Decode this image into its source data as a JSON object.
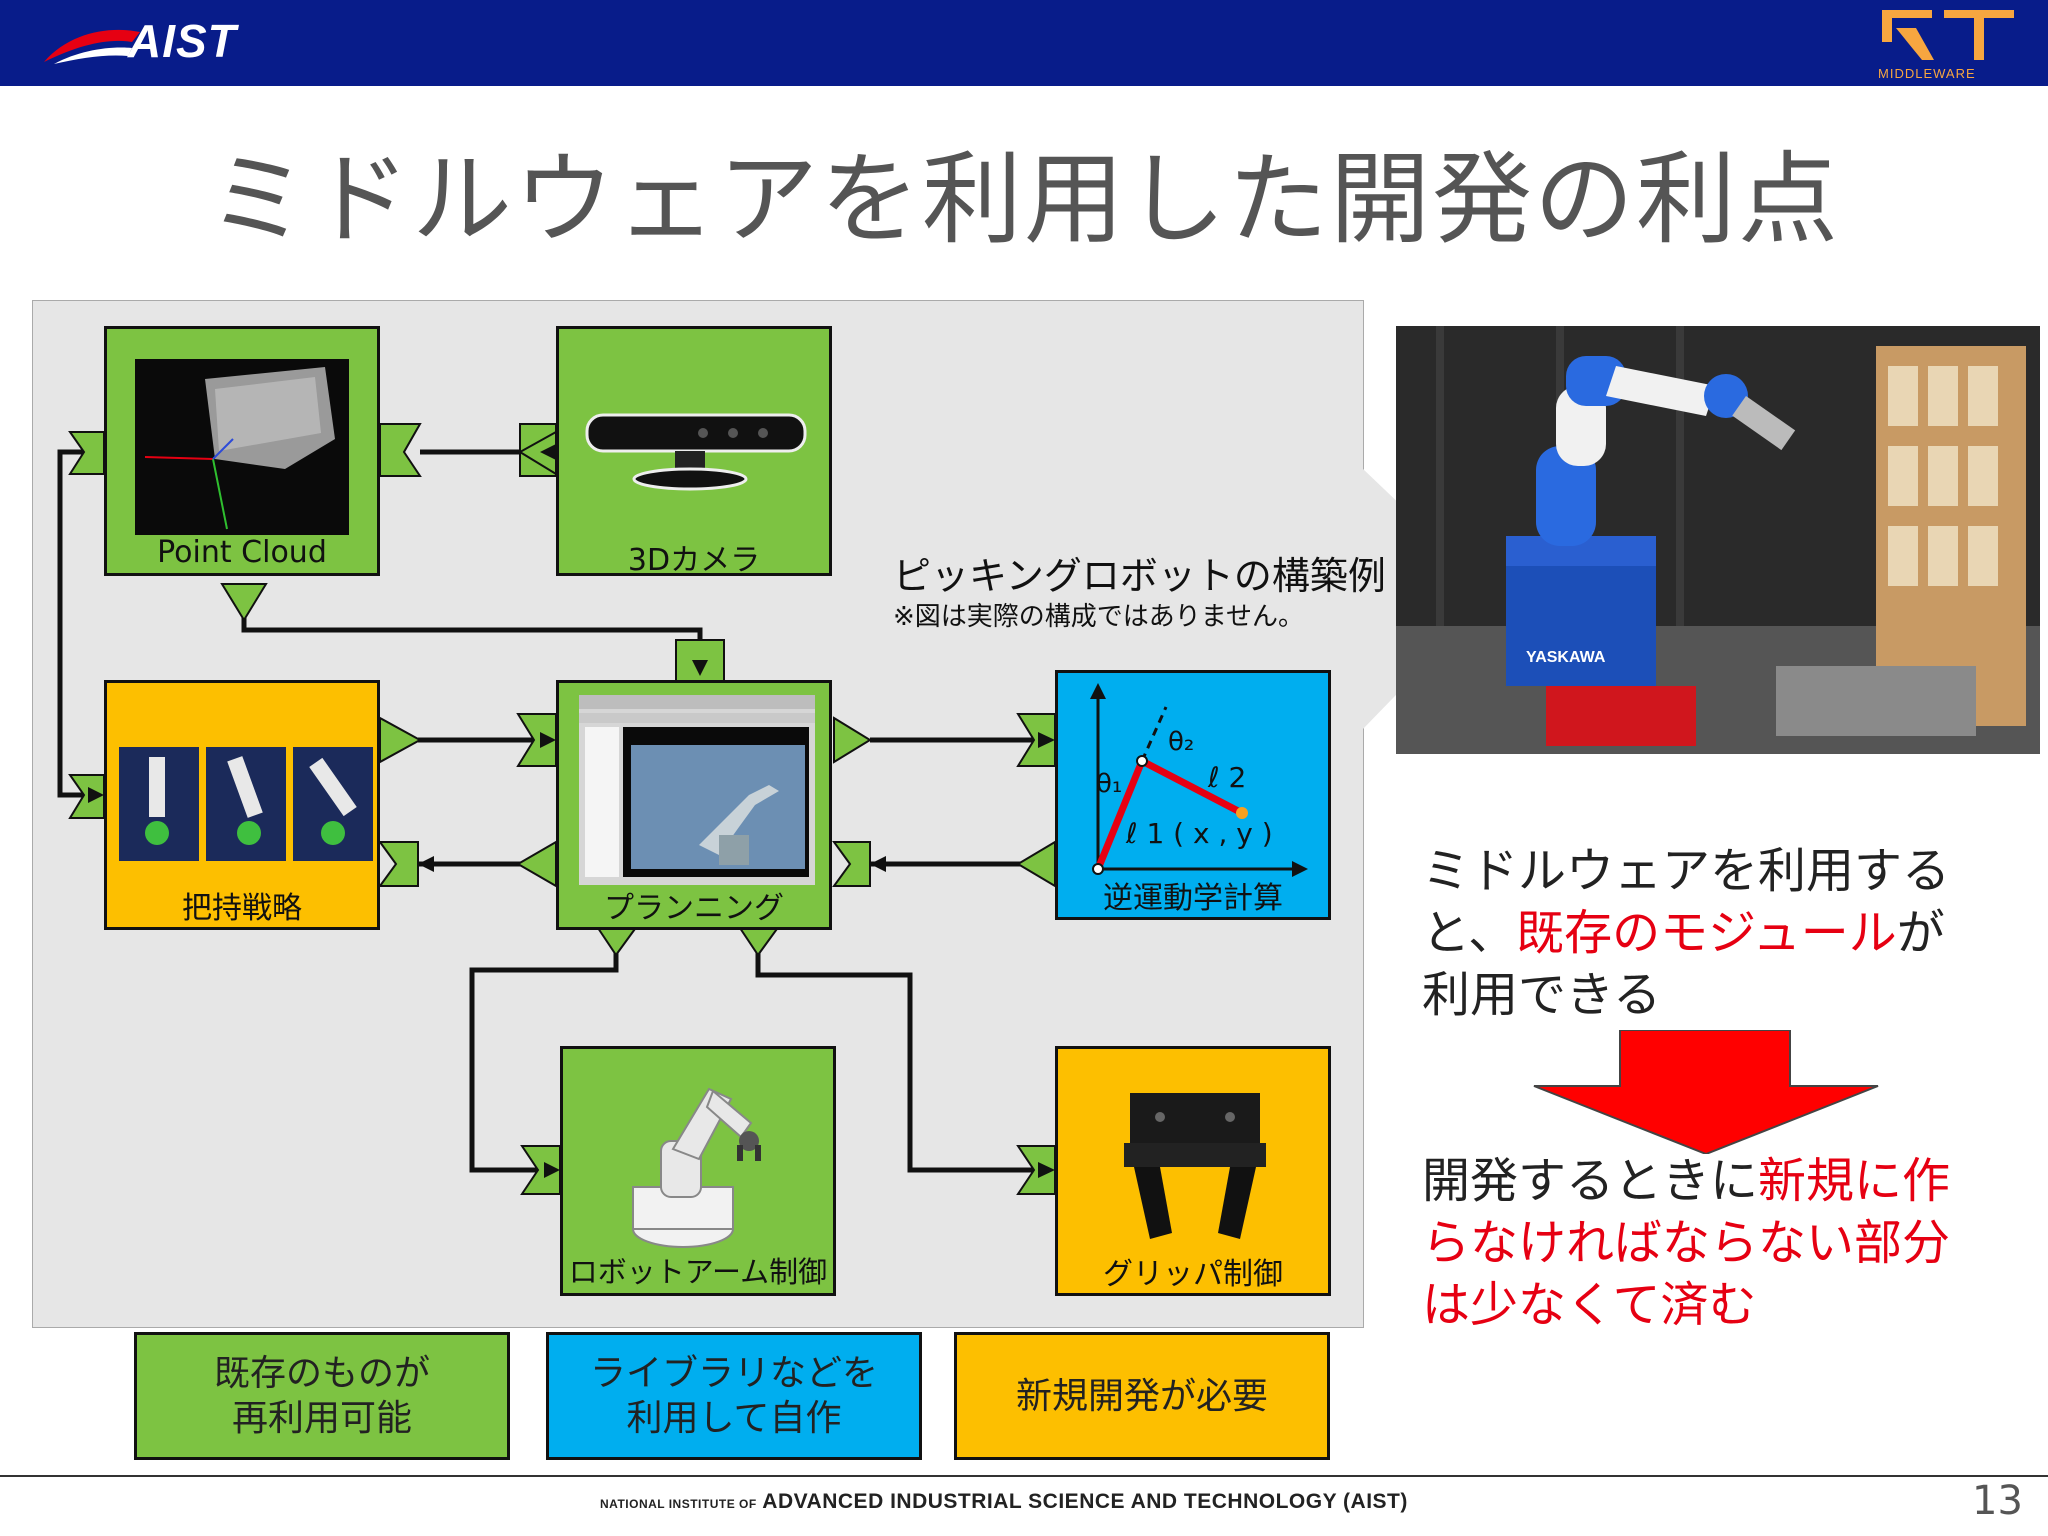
{
  "header": {
    "logo_text": "AIST",
    "rt_logo_text": "RT",
    "rt_logo_subtext": "MIDDLEWARE"
  },
  "title": "ミドルウェアを利用した開発の利点",
  "diagram": {
    "nodes": {
      "point_cloud": "Point Cloud",
      "camera": "3Dカメラ",
      "grasp": "把持戦略",
      "planning": "プランニング",
      "ik": "逆運動学計算",
      "arm": "ロボットアーム制御",
      "gripper": "グリッパ制御"
    },
    "ik_labels": {
      "theta1": "θ₁",
      "theta2": "θ₂",
      "l1": "ℓ 1 ( x , y )",
      "l2": "ℓ 2"
    },
    "legend": [
      {
        "label": "既存のものが\n再利用可能",
        "color": "#7dc342"
      },
      {
        "label": "ライブラリなどを\n利用して自作",
        "color": "#00aeef"
      },
      {
        "label": "新規開発が必要",
        "color": "#fdbf00"
      }
    ]
  },
  "callout": {
    "title": "ピッキングロボットの構築例",
    "note": "※図は実際の構成ではありません。"
  },
  "photo": {
    "brand_text": "YASKAWA"
  },
  "benefit": {
    "line1": "ミドルウェアを利用する",
    "line2_prefix": "と、",
    "line2_red": "既存のモジュール",
    "line2_suffix": "が",
    "line3": "利用できる",
    "result_prefix": "開発するときに",
    "result_red_1": "新規に作",
    "result_red_2": "らなければならない部分",
    "result_red_3": "は少なくて済む"
  },
  "footer": {
    "small": "NATIONAL INSTITUTE OF",
    "main": "ADVANCED INDUSTRIAL SCIENCE AND TECHNOLOGY (AIST)"
  },
  "page_number": "13"
}
